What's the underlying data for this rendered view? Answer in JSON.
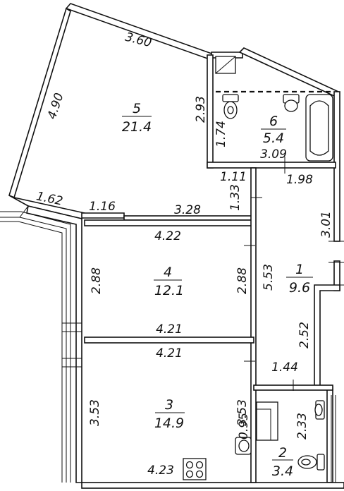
{
  "rooms": [
    {
      "id": "5",
      "number": "5",
      "area": "21.4"
    },
    {
      "id": "6",
      "number": "6",
      "area": "5.4"
    },
    {
      "id": "4",
      "number": "4",
      "area": "12.1"
    },
    {
      "id": "1",
      "number": "1",
      "area": "9.6"
    },
    {
      "id": "3",
      "number": "3",
      "area": "14.9"
    },
    {
      "id": "2",
      "number": "2",
      "area": "3.4"
    }
  ],
  "dimensions": {
    "d_3_60": "3.60",
    "d_4_90": "4.90",
    "d_2_93": "2.93",
    "d_1_74": "1.74",
    "d_3_09": "3.09",
    "d_1_11": "1.11",
    "d_1_98": "1.98",
    "d_1_33": "1.33",
    "d_1_62": "1.62",
    "d_1_16": "1.16",
    "d_3_28": "3.28",
    "d_3_01": "3.01",
    "d_4_22": "4.22",
    "d_2_88_left": "2.88",
    "d_2_88_right": "2.88",
    "d_5_53": "5.53",
    "d_4_21_a": "4.21",
    "d_4_21_b": "4.21",
    "d_2_52": "2.52",
    "d_1_44": "1.44",
    "d_3_53_left": "3.53",
    "d_3_53_right": "3.53",
    "d_0_95": "0.95",
    "d_2_33": "2.33",
    "d_4_23": "4.23"
  }
}
